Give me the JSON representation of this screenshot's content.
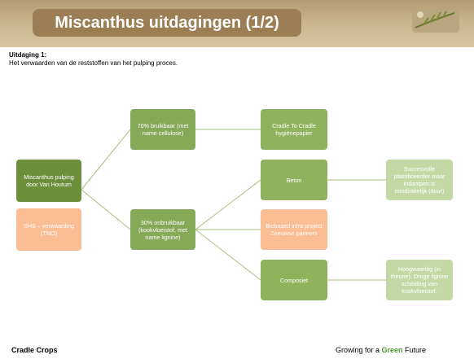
{
  "slide": {
    "title": "Miscanthus uitdagingen (1/2)",
    "challenge_label": "Uitdaging 1:",
    "challenge_text": "Het verwaarden van de reststoffen van het pulping proces."
  },
  "diagram": {
    "root": "Miscanthus pulping door Van Houtum",
    "side": "SHS – verwaarding (TNO)",
    "usable": "70% bruikbaar (met name cellulose)",
    "unusable": "30% onbruikbaar (kookvloeistof, met name lignine)",
    "paper": "Cradle To Cradle hygiënepapier",
    "concrete": "Beton",
    "biobased": "Biobased infra project Zeeuwse partners",
    "composite": "Composiet",
    "concrete_note": "Succesvolle plastificeerder maar indampen is noodzakelijk (duur)",
    "composite_note": "Hoogwaardig (in theorie). Droge lignine scheiding van kookvloeistof."
  },
  "footer": {
    "brand": "Cradle Crops",
    "tagline_pre": "Growing for a ",
    "tagline_green": "Green",
    "tagline_post": " Future"
  },
  "colors": {
    "header_bar": "#9c7e54",
    "dark_green": "#6c8f3b",
    "green": "#8fb25c",
    "light_green": "#c4d8a6",
    "orange": "#fbbd93",
    "footer_green": "#4f9a2d"
  },
  "icons": {
    "logo": "wheat-stalk-logo"
  }
}
